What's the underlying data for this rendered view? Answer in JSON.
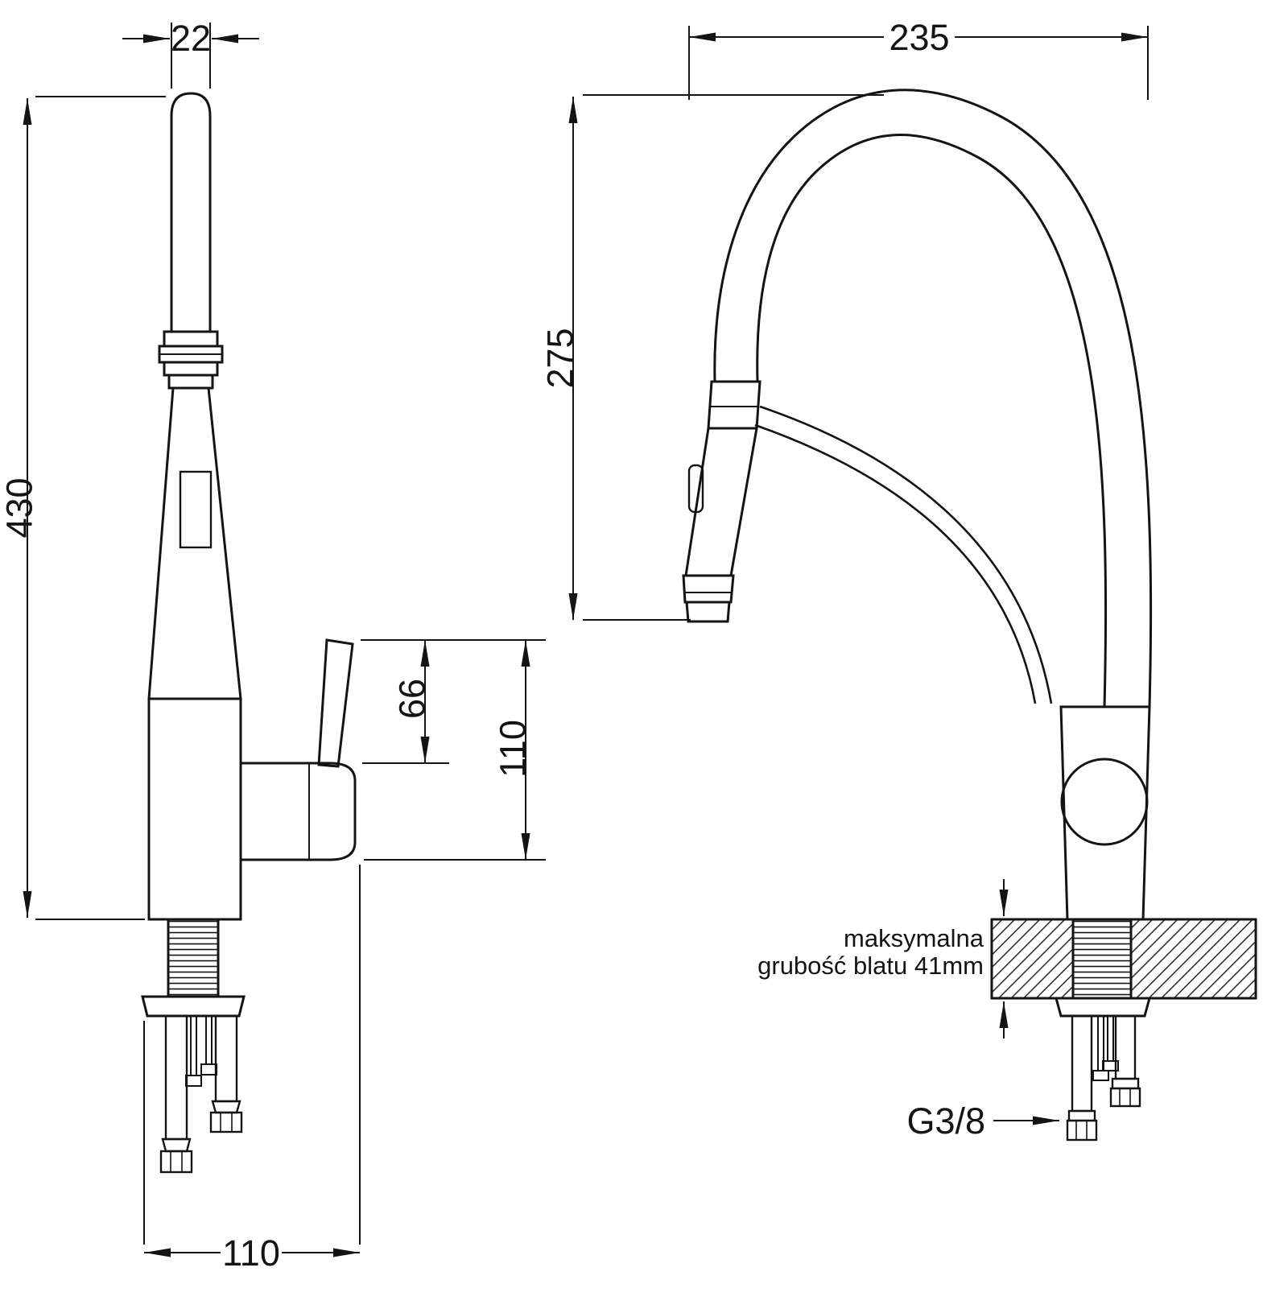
{
  "drawing": {
    "background_color": "#ffffff",
    "stroke_color": "#141414",
    "side": {
      "dims": {
        "spout_width": "22",
        "total_height": "430",
        "lever_height": "66",
        "handle_height": "110",
        "base_depth": "110"
      }
    },
    "front": {
      "dims": {
        "spout_reach": "235",
        "spout_height": "275",
        "thread_size": "G3/8"
      },
      "notes": {
        "line1": "maksymalna",
        "line2": "grubość blatu 41mm"
      }
    }
  }
}
